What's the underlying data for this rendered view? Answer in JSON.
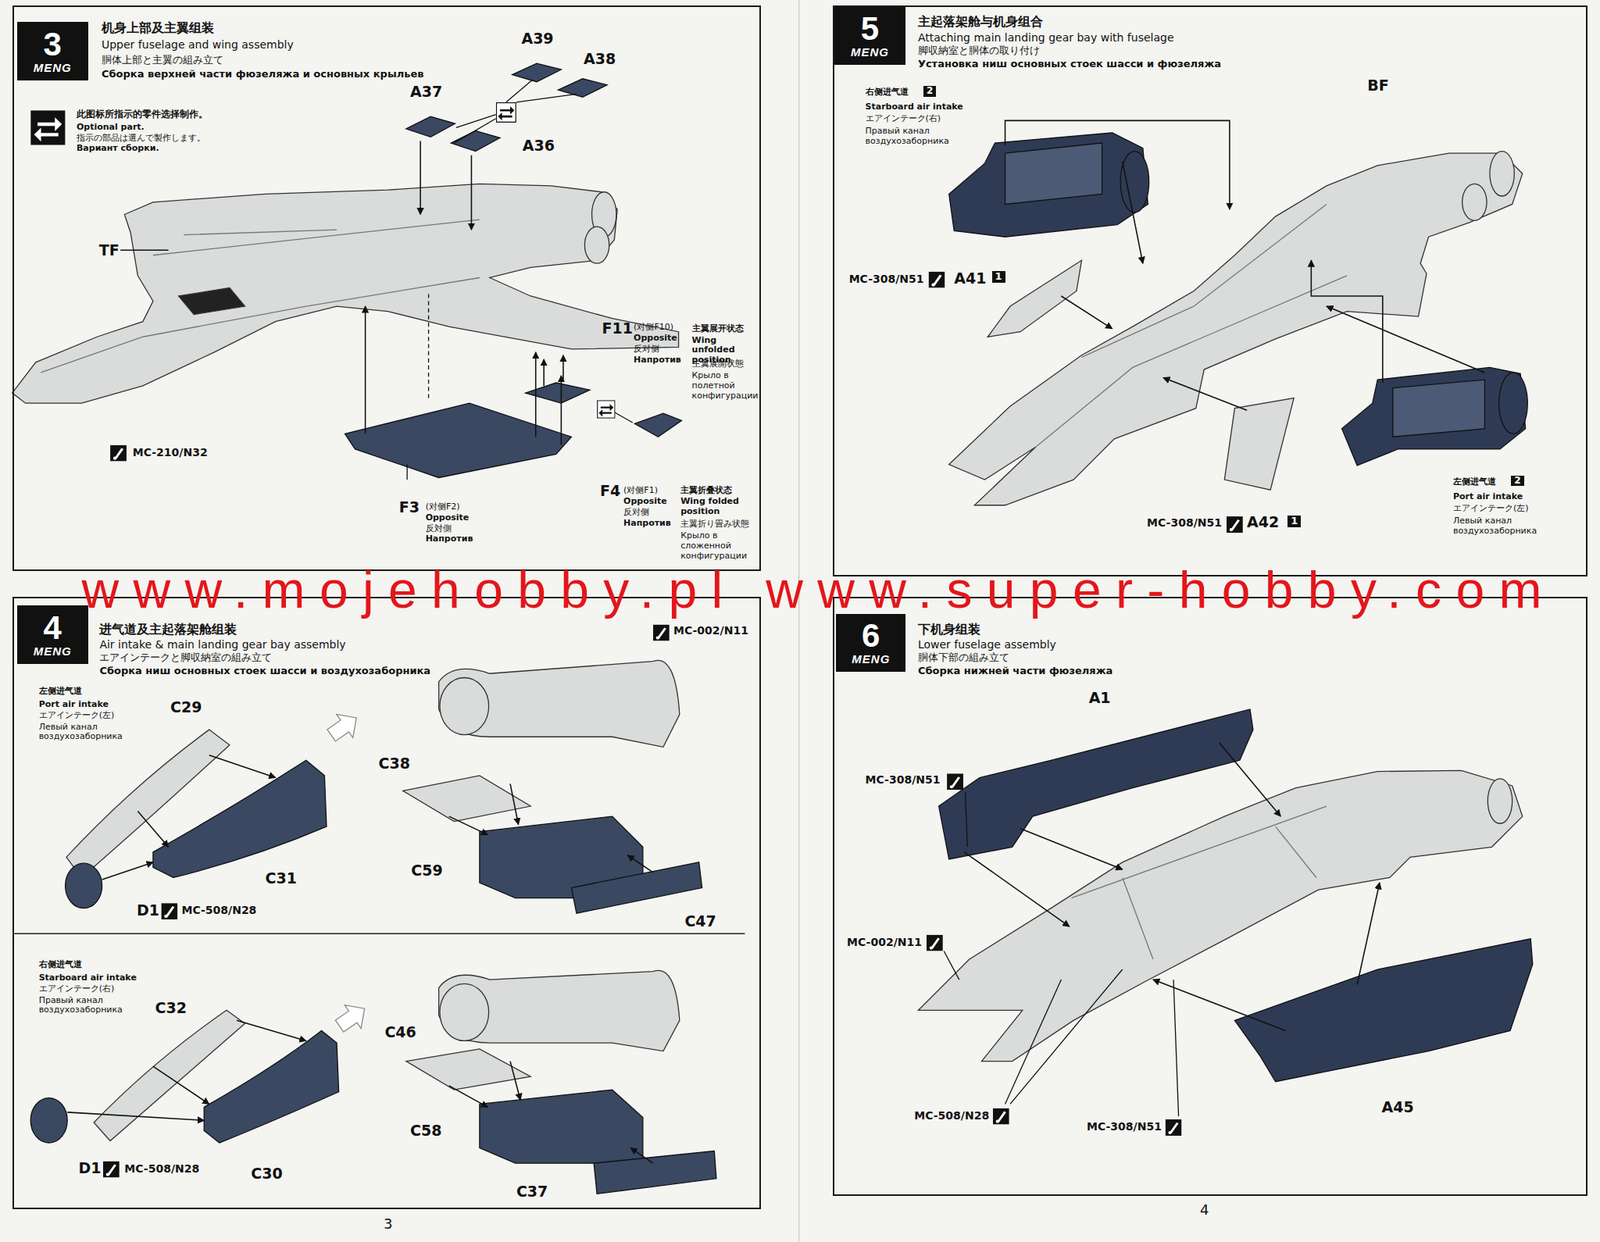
{
  "diagram": {
    "nodes": [
      {
        "text": [
          "机身上部及主翼组装",
          "Upper fuselage and wing assembly",
          "胴体上部と主翼の組み立て",
          "Сборка верхней части фюзеляжа и основных крыльев"
        ]
      },
      {
        "text": [
          "3",
          "MENG"
        ],
        "in": 0
      },
      {
        "text": [
          "进气道及主起落架舱组装",
          "Air intake & main landing gear bay assembly",
          "エアインテークと脚収納室の組み立て",
          "Сборка ниш основных стоек шасси и воздухозаборника"
        ]
      },
      {
        "text": [
          "4",
          "MENG"
        ],
        "in": 2
      },
      {
        "text": [
          "主起落架舱与机身组合",
          "Attaching main landing gear bay with fuselage",
          "脚収納室と胴体の取り付け",
          "Установка ниш основных стоек шасси и фюзеляжа"
        ]
      },
      {
        "text": [
          "5",
          "MENG"
        ],
        "in": 4
      },
      {
        "text": [
          "下机身组装",
          "Lower fuselage assembly",
          "胴体下部の組み立て",
          "Сборка нижней части фюзеляжа"
        ]
      },
      {
        "text": [
          "6",
          "MENG"
        ],
        "in": 6
      }
    ],
    "labels": [
      "此图标所指示的零件选择制作。",
      "Optional part.",
      "指示の部品は選んで製作します。",
      "Вариант сборки.",
      "A39",
      "A38",
      "A37",
      "A36",
      "TF",
      "MC-210/N32",
      "F11",
      "(对侧F10)",
      "Opposite",
      "反对侧",
      "Напротив",
      "主翼展开状态",
      "Wing unfolded position",
      "主翼展開状態",
      "Крыло в полетной конфигурации",
      "F3",
      "(对侧F2)",
      "Opposite",
      "反対側",
      "Напротив",
      "F4",
      "(对侧F1)",
      "Opposite",
      "反对侧",
      "Напротив",
      "主翼折叠状态",
      "Wing folded position",
      "主翼折り畳み状態",
      "Крыло в сложенной конфигурации",
      "MC-002/N11",
      "左侧进气道",
      "Port air intake",
      "エアインテーク(左)",
      "Левый канал воздухозаборника",
      "C29",
      "C31",
      "D1",
      "MC-508/N28",
      "C38",
      "C59",
      "C47",
      "右侧进气道",
      "Starboard air intake",
      "エアインテーク(右)",
      "Правый канал воздухозаборника",
      "C32",
      "C46",
      "D1",
      "MC-508/N28",
      "C30",
      "C58",
      "C37",
      "右侧进气道",
      "2",
      "Starboard air intake",
      "エアインテーク(右)",
      "Правый канал воздухозаборника",
      "BF",
      "MC-308/N51",
      "A41",
      "1",
      "MC-308/N51",
      "A42",
      "1",
      "左侧进气道",
      "2",
      "Port air intake",
      "エアインテーク(左)",
      "Левый канал воздухозаборника",
      "A1",
      "MC-308/N51",
      "MC-002/N11",
      "MC-508/N28",
      "MC-308/N51",
      "A45",
      "www.mojehobby.pl www.super-hobby.com",
      "3",
      "4"
    ]
  }
}
